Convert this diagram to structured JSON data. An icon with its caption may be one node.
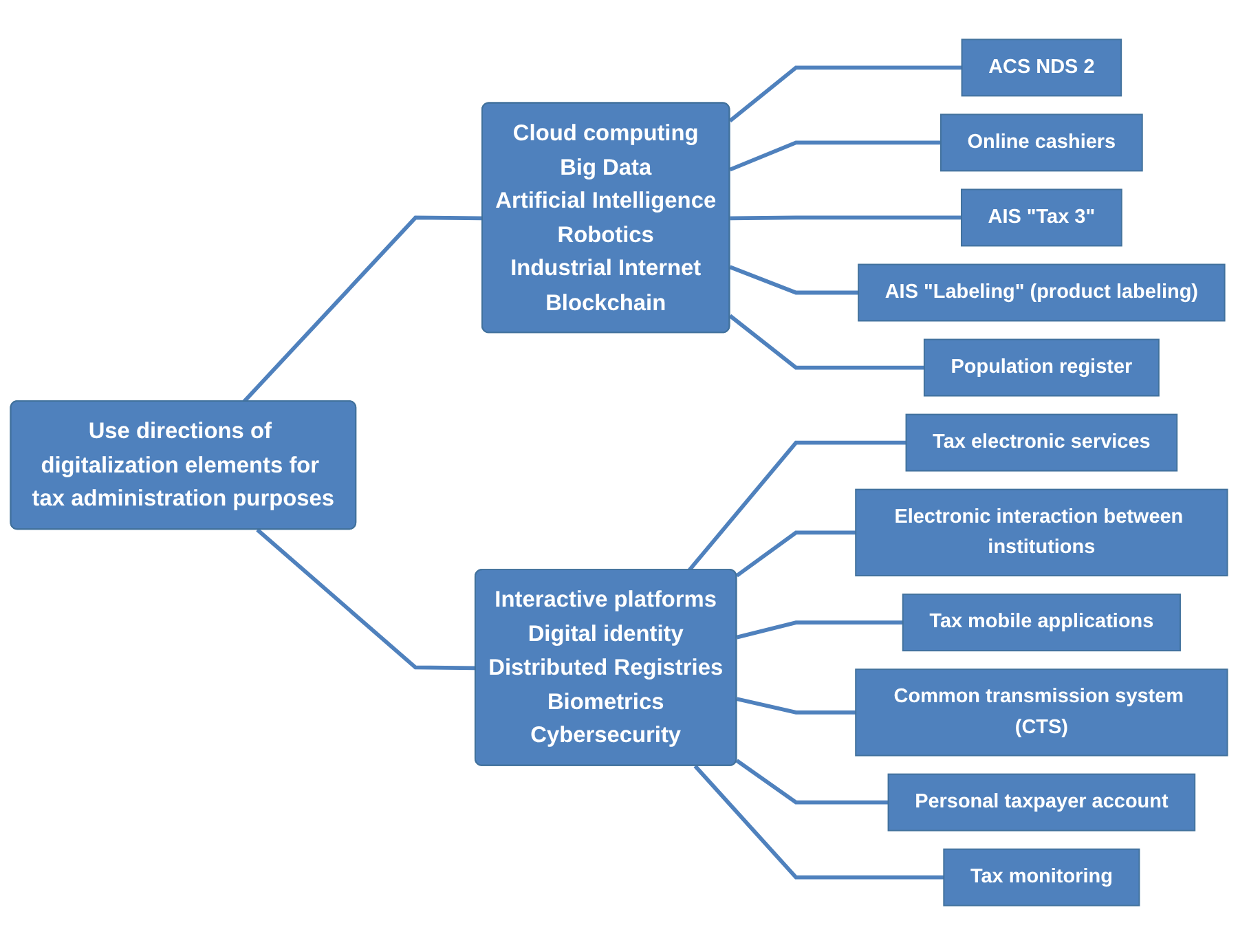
{
  "diagram": {
    "nodes": [
      {
        "text": [
          "Use directions of digitalization elements for tax administration purposes"
        ]
      },
      {
        "text": [
          "Cloud computing",
          "Big Data",
          "Artificial Intelligence",
          "Robotics",
          "Industrial Internet",
          "Blockchain"
        ]
      },
      {
        "text": [
          "ACS NDS 2"
        ]
      },
      {
        "text": [
          "Online cashiers"
        ]
      },
      {
        "text": [
          "AIS \"Tax 3\""
        ]
      },
      {
        "text": [
          "AIS \"Labeling\" (product labeling)"
        ]
      },
      {
        "text": [
          "Population register"
        ]
      },
      {
        "text": [
          "Interactive platforms",
          "Digital identity",
          "Distributed Registries",
          "Biometrics",
          "Cybersecurity"
        ]
      },
      {
        "text": [
          "Tax electronic services"
        ]
      },
      {
        "text": [
          "Electronic interaction between institutions"
        ]
      },
      {
        "text": [
          "Tax mobile applications"
        ]
      },
      {
        "text": [
          "Common transmission system (CTS)"
        ]
      },
      {
        "text": [
          "Personal taxpayer account"
        ]
      },
      {
        "text": [
          "Tax monitoring"
        ]
      }
    ],
    "edges": [
      {
        "from": 0,
        "to": 1,
        "arrow": "none"
      },
      {
        "from": 0,
        "to": 7,
        "arrow": "none"
      },
      {
        "from": 1,
        "to": 2,
        "arrow": "none"
      },
      {
        "from": 1,
        "to": 3,
        "arrow": "none"
      },
      {
        "from": 1,
        "to": 4,
        "arrow": "none"
      },
      {
        "from": 1,
        "to": 5,
        "arrow": "none"
      },
      {
        "from": 1,
        "to": 6,
        "arrow": "none"
      },
      {
        "from": 7,
        "to": 8,
        "arrow": "none"
      },
      {
        "from": 7,
        "to": 9,
        "arrow": "none"
      },
      {
        "from": 7,
        "to": 10,
        "arrow": "none"
      },
      {
        "from": 7,
        "to": 11,
        "arrow": "none"
      },
      {
        "from": 7,
        "to": 12,
        "arrow": "none"
      },
      {
        "from": 7,
        "to": 13,
        "arrow": "none"
      }
    ]
  }
}
